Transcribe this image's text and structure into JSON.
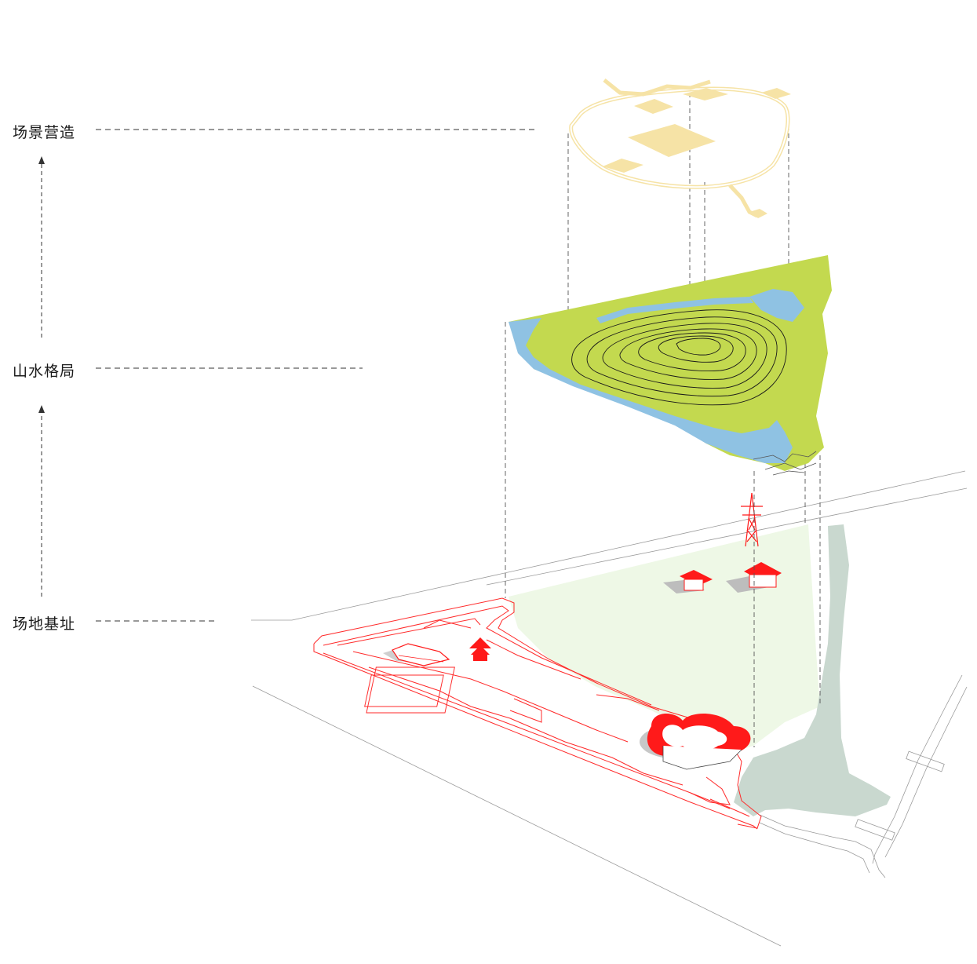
{
  "labels": {
    "scene": "场景营造",
    "landscape": "山水格局",
    "site": "场地基址"
  },
  "colors": {
    "scene_layer": "#f6e3a6",
    "terrain": "#c3d94f",
    "water": "#8fc2e3",
    "site_fill": "#eef8e6",
    "river": "#c9d8cf",
    "buildings": "#ff1a1a",
    "guides": "#555555"
  }
}
